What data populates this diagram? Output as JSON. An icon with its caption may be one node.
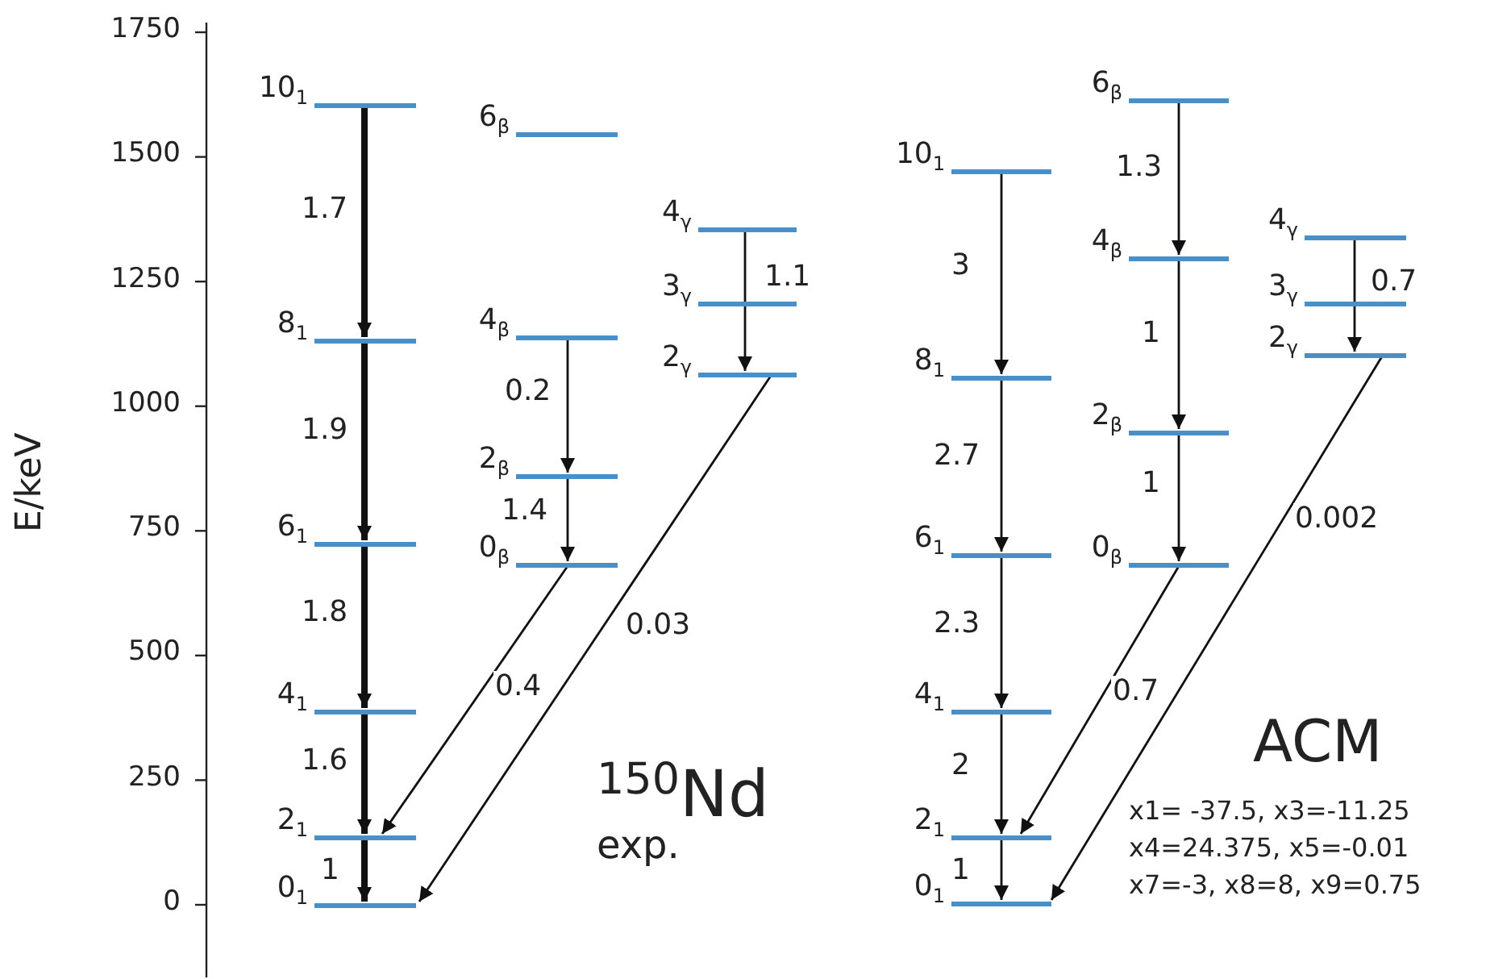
{
  "diagram": {
    "nodes": [
      {
        "text": [
          "10$_{1}$"
        ]
      },
      {
        "text": [
          "8$_{1}$"
        ]
      },
      {
        "text": [
          "6$_{1}$"
        ]
      },
      {
        "text": [
          "4$_{1}$"
        ]
      },
      {
        "text": [
          "2$_{1}$"
        ]
      },
      {
        "text": [
          "0$_{1}$"
        ]
      },
      {
        "text": [
          "6$_{β}$"
        ]
      },
      {
        "text": [
          "4$_{β}$"
        ]
      },
      {
        "text": [
          "2$_{β}$"
        ]
      },
      {
        "text": [
          "0$_{β}$"
        ]
      },
      {
        "text": [
          "4$_{γ}$"
        ]
      },
      {
        "text": [
          "3$_{γ}$"
        ]
      },
      {
        "text": [
          "2$_{γ}$"
        ]
      },
      {
        "text": [
          "10$_{1}$"
        ]
      },
      {
        "text": [
          "8$_{1}$"
        ]
      },
      {
        "text": [
          "6$_{1}$"
        ]
      },
      {
        "text": [
          "4$_{1}$"
        ]
      },
      {
        "text": [
          "2$_{1}$"
        ]
      },
      {
        "text": [
          "0$_{1}$"
        ]
      },
      {
        "text": [
          "6$_{β}$"
        ]
      },
      {
        "text": [
          "4$_{β}$"
        ]
      },
      {
        "text": [
          "2$_{β}$"
        ]
      },
      {
        "text": [
          "0$_{β}$"
        ]
      },
      {
        "text": [
          "4$_{γ}$"
        ]
      },
      {
        "text": [
          "3$_{γ}$"
        ]
      },
      {
        "text": [
          "2$_{γ}$"
        ]
      }
    ],
    "edges": [
      {
        "from": 0,
        "to": 1,
        "arrow": "to",
        "label": "1.7",
        "style": "thick"
      },
      {
        "from": 1,
        "to": 2,
        "arrow": "to",
        "label": "1.9",
        "style": "thick"
      },
      {
        "from": 2,
        "to": 3,
        "arrow": "to",
        "label": "1.8",
        "style": "thick"
      },
      {
        "from": 3,
        "to": 4,
        "arrow": "to",
        "label": "1.6",
        "style": "thick"
      },
      {
        "from": 4,
        "to": 5,
        "arrow": "to",
        "label": "1",
        "style": "thick"
      },
      {
        "from": 7,
        "to": 8,
        "arrow": "to",
        "label": "0.2"
      },
      {
        "from": 8,
        "to": 9,
        "arrow": "to",
        "label": "1.4"
      },
      {
        "from": 9,
        "to": 4,
        "arrow": "to",
        "label": "0.4"
      },
      {
        "from": 10,
        "to": 12,
        "arrow": "to",
        "label": "1.1"
      },
      {
        "from": 12,
        "to": 5,
        "arrow": "to",
        "label": "0.03"
      },
      {
        "from": 13,
        "to": 14,
        "arrow": "to",
        "label": "3"
      },
      {
        "from": 14,
        "to": 15,
        "arrow": "to",
        "label": "2.7"
      },
      {
        "from": 15,
        "to": 16,
        "arrow": "to",
        "label": "2.3"
      },
      {
        "from": 16,
        "to": 17,
        "arrow": "to",
        "label": "2"
      },
      {
        "from": 17,
        "to": 18,
        "arrow": "to",
        "label": "1"
      },
      {
        "from": 19,
        "to": 20,
        "arrow": "to",
        "label": "1.3"
      },
      {
        "from": 20,
        "to": 21,
        "arrow": "to",
        "label": "1"
      },
      {
        "from": 21,
        "to": 22,
        "arrow": "to",
        "label": "1"
      },
      {
        "from": 22,
        "to": 17,
        "arrow": "to",
        "label": "0.7"
      },
      {
        "from": 23,
        "to": 25,
        "arrow": "to",
        "label": "0.7"
      },
      {
        "from": 25,
        "to": 18,
        "arrow": "to",
        "label": "0.002"
      }
    ],
    "labels": [
      "1750",
      "1500",
      "1250",
      "1000",
      "750",
      "500",
      "250",
      "0",
      "E/keV",
      "$^{150}$Nd",
      "exp.",
      "ACM",
      "x1= -37.5, x3=-11.25",
      "x4=24.375, x5=-0.01",
      "x7=-3, x8=8, x9=0.75"
    ]
  }
}
